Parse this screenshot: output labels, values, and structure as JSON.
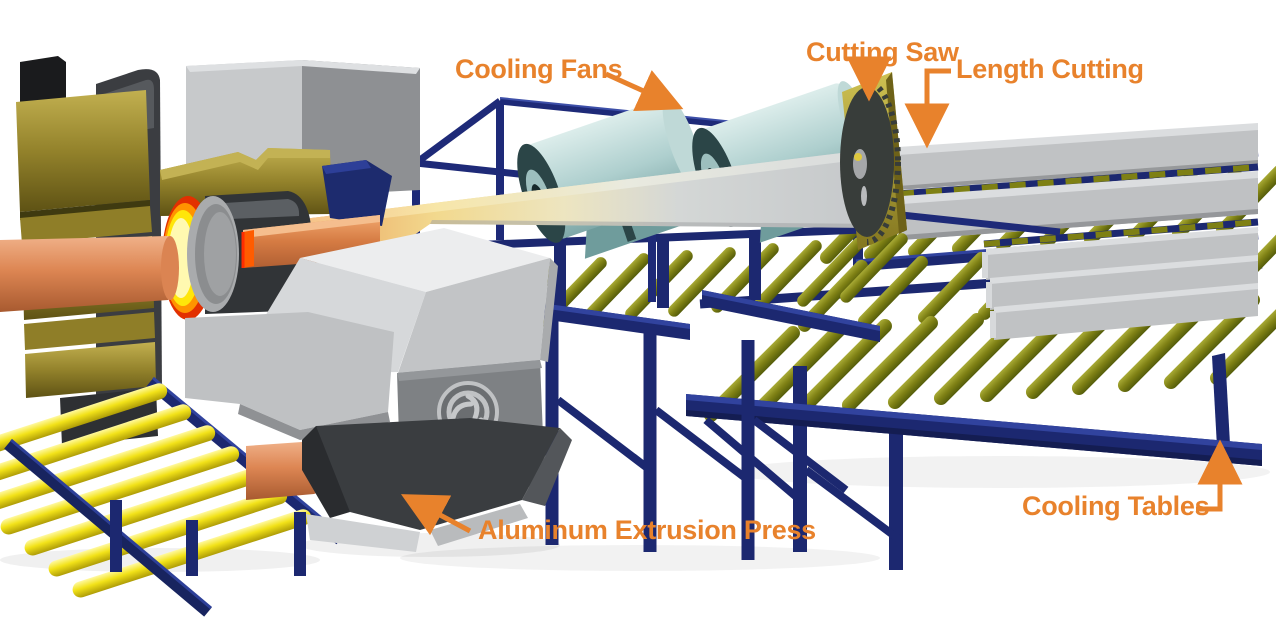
{
  "labels": {
    "cooling_fans": "Cooling Fans",
    "cutting_saw": "Cutting Saw",
    "length_cutting": "Length Cutting",
    "aluminum_extrusion_press": "Aluminum Extrusion Press",
    "cooling_tables": "Cooling Tables"
  },
  "colors": {
    "annotation_orange": "#E8822C",
    "frame_navy": "#1C2870",
    "roller_olive": "#7E8014",
    "roller_yellow": "#F2E218",
    "fan_teal": "#AECFCE",
    "billet_orange": "#DD8653",
    "profile_gray": "#C0C2C4",
    "glow_yellow": "#FFE60A",
    "glow_red": "#E23000",
    "press_gray": "#D6D8DA",
    "saw_plate_gold": "#CEC152"
  },
  "components": [
    "aluminum-extrusion-press",
    "billet-loading-table",
    "extruded-profile",
    "cooling-fans",
    "run-out-table",
    "cutting-saw",
    "cooling-tables",
    "profile-stacks"
  ]
}
